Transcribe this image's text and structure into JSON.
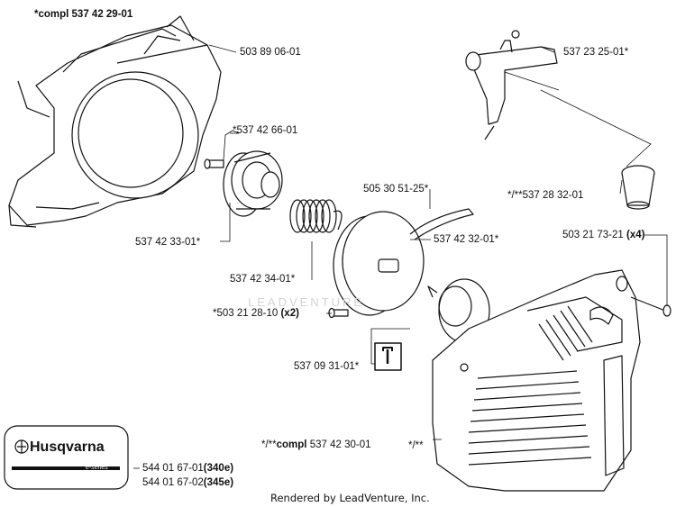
{
  "parts": {
    "crankcase_cover": "*compl 537 42 29-01",
    "screw_top": "503 89 06-01",
    "pulley": "*537 42 66-01",
    "pulley_hub": "537 42 33-01*",
    "spring": "537 42 34-01*",
    "rope": "505 30 51-25*",
    "rope_pulley": "537 42 32-01*",
    "screw_x2": "*503 21 28-10",
    "screw_x2_qty": "(x2)",
    "tool": "537 09 31-01*",
    "handle": "537 23 25-01*",
    "bushing": "*/**537 28 32-01",
    "screw_x4": "503 21 73-21",
    "screw_x4_qty": "(x4)",
    "starter_assembly_prefix": "*/**",
    "starter_assembly_compl": "compl",
    "starter_assembly_num": "537 42 30-01",
    "housing_mark": "*/**"
  },
  "decals": {
    "brand": "Husqvarna",
    "series": "e-series",
    "decal_340": "544 01 67-01",
    "decal_340_model": "(340e)",
    "decal_345": "544 01 67-02",
    "decal_345_model": "(345e)"
  },
  "watermark": "LEADVENTURE",
  "footer": "Rendered by LeadVenture, Inc."
}
